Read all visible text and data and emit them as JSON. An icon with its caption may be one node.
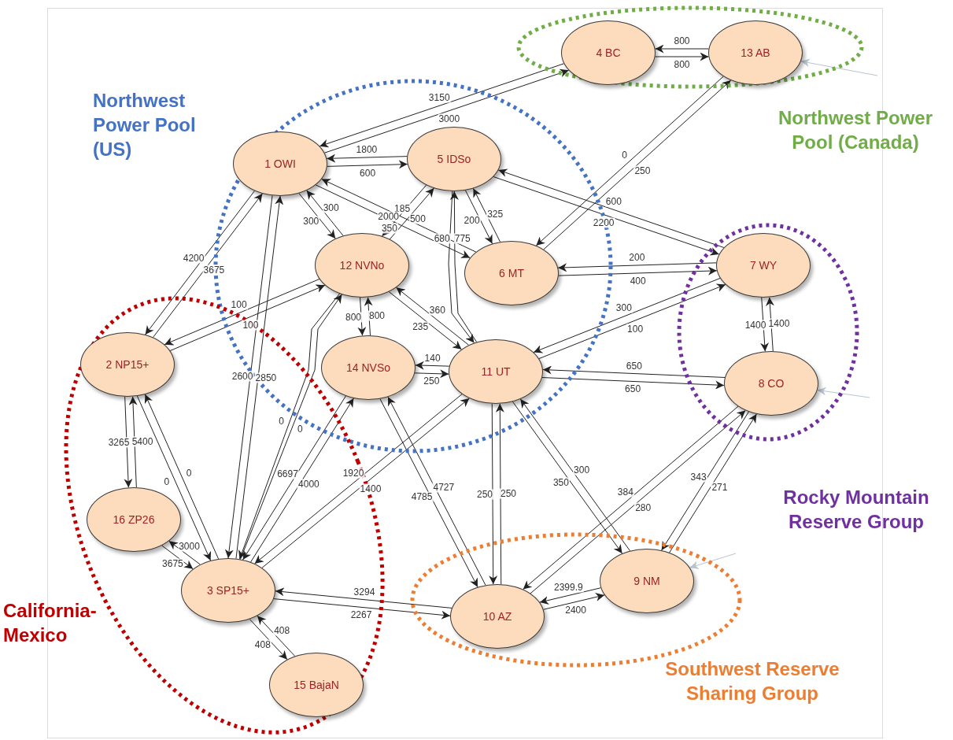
{
  "diagram": {
    "nodes": [
      {
        "text": [
          "Northwest Power Pool (US)"
        ]
      },
      {
        "text": [
          "Northwest Power Pool (Canada)"
        ]
      },
      {
        "text": [
          "California-Mexico"
        ]
      },
      {
        "text": [
          "Rocky Mountain Reserve Group"
        ]
      },
      {
        "text": [
          "Southwest Reserve Sharing Group"
        ]
      },
      {
        "text": [
          "1 OWI"
        ],
        "in": 0
      },
      {
        "text": [
          "2 NP15+"
        ],
        "in": 2
      },
      {
        "text": [
          "3 SP15+"
        ],
        "in": 2
      },
      {
        "text": [
          "4 BC"
        ],
        "in": 1
      },
      {
        "text": [
          "5 IDSo"
        ],
        "in": 0
      },
      {
        "text": [
          "6 MT"
        ],
        "in": 0
      },
      {
        "text": [
          "7 WY"
        ],
        "in": 3
      },
      {
        "text": [
          "8 CO"
        ],
        "in": 3
      },
      {
        "text": [
          "9 NM"
        ],
        "in": 4
      },
      {
        "text": [
          "10 AZ"
        ],
        "in": 4
      },
      {
        "text": [
          "11 UT"
        ],
        "in": 0
      },
      {
        "text": [
          "12 NVNo"
        ],
        "in": 0
      },
      {
        "text": [
          "13 AB"
        ],
        "in": 1
      },
      {
        "text": [
          "14 NVSo"
        ],
        "in": 0
      },
      {
        "text": [
          "15 BajaN"
        ],
        "in": 2
      },
      {
        "text": [
          "16 ZP26"
        ],
        "in": 2
      }
    ],
    "edges": [
      {
        "from": 8,
        "to": 17,
        "arrow": "to",
        "label": "800"
      },
      {
        "from": 17,
        "to": 8,
        "arrow": "to",
        "label": "800"
      },
      {
        "from": 5,
        "to": 8,
        "arrow": "to",
        "label": "3000"
      },
      {
        "from": 8,
        "to": 5,
        "arrow": "to",
        "label": "3150"
      },
      {
        "from": 5,
        "to": 9,
        "arrow": "to",
        "label": "600"
      },
      {
        "from": 9,
        "to": 5,
        "arrow": "to",
        "label": "1800"
      },
      {
        "from": 10,
        "to": 17,
        "arrow": "to",
        "label": "250"
      },
      {
        "from": 17,
        "to": 10,
        "arrow": "to",
        "label": "0"
      },
      {
        "from": 11,
        "to": 9,
        "arrow": "to",
        "label": "600"
      },
      {
        "from": 9,
        "to": 11,
        "arrow": "to",
        "label": "2200"
      },
      {
        "from": 10,
        "to": 11,
        "arrow": "to",
        "label": "400"
      },
      {
        "from": 11,
        "to": 10,
        "arrow": "to",
        "label": "200"
      },
      {
        "from": 15,
        "to": 11,
        "arrow": "to",
        "label": "100"
      },
      {
        "from": 11,
        "to": 15,
        "arrow": "to",
        "label": "300"
      },
      {
        "from": 15,
        "to": 12,
        "arrow": "to",
        "label": "650"
      },
      {
        "from": 12,
        "to": 15,
        "arrow": "to",
        "label": "650"
      },
      {
        "from": 11,
        "to": 12,
        "arrow": "to",
        "label": "1400"
      },
      {
        "from": 12,
        "to": 11,
        "arrow": "to",
        "label": "1400"
      },
      {
        "from": 9,
        "to": 10,
        "arrow": "to",
        "label": "200"
      },
      {
        "from": 10,
        "to": 9,
        "arrow": "to",
        "label": "325"
      },
      {
        "from": 9,
        "to": 15,
        "arrow": "to",
        "label": "680"
      },
      {
        "from": 15,
        "to": 9,
        "arrow": "to",
        "label": "775"
      },
      {
        "from": 5,
        "to": 10,
        "arrow": "to",
        "label": "350"
      },
      {
        "from": 10,
        "to": 5,
        "arrow": "to",
        "label": "185"
      },
      {
        "from": 16,
        "to": 9,
        "arrow": "to",
        "label": "500"
      },
      {
        "from": 9,
        "to": 16,
        "arrow": "to",
        "label": "2000"
      },
      {
        "from": 5,
        "to": 16,
        "arrow": "to",
        "label": "300"
      },
      {
        "from": 16,
        "to": 5,
        "arrow": "to",
        "label": "300"
      },
      {
        "from": 6,
        "to": 5,
        "arrow": "to",
        "label": "3675"
      },
      {
        "from": 5,
        "to": 6,
        "arrow": "to",
        "label": "4200"
      },
      {
        "from": 6,
        "to": 16,
        "arrow": "to",
        "label": "100"
      },
      {
        "from": 16,
        "to": 6,
        "arrow": "to",
        "label": "100"
      },
      {
        "from": 7,
        "to": 5,
        "arrow": "to",
        "label": "2850"
      },
      {
        "from": 5,
        "to": 7,
        "arrow": "to",
        "label": "2600"
      },
      {
        "from": 16,
        "to": 7,
        "arrow": "to",
        "label": "0"
      },
      {
        "from": 7,
        "to": 16,
        "arrow": "to",
        "label": "0"
      },
      {
        "from": 18,
        "to": 7,
        "arrow": "to",
        "label": "6697"
      },
      {
        "from": 7,
        "to": 18,
        "arrow": "to",
        "label": "4000"
      },
      {
        "from": 7,
        "to": 15,
        "arrow": "to",
        "label": "1400"
      },
      {
        "from": 15,
        "to": 7,
        "arrow": "to",
        "label": "1920"
      },
      {
        "from": 20,
        "to": 6,
        "arrow": "to",
        "label": "5400"
      },
      {
        "from": 6,
        "to": 20,
        "arrow": "to",
        "label": "3265"
      },
      {
        "from": 6,
        "to": 7,
        "arrow": "to",
        "label": "0"
      },
      {
        "from": 7,
        "to": 6,
        "arrow": "to",
        "label": "0"
      },
      {
        "from": 20,
        "to": 7,
        "arrow": "to",
        "label": "3675"
      },
      {
        "from": 7,
        "to": 20,
        "arrow": "to",
        "label": "3000"
      },
      {
        "from": 7,
        "to": 14,
        "arrow": "to",
        "label": "2267"
      },
      {
        "from": 14,
        "to": 7,
        "arrow": "to",
        "label": "3294"
      },
      {
        "from": 7,
        "to": 19,
        "arrow": "to",
        "label": "408"
      },
      {
        "from": 19,
        "to": 7,
        "arrow": "to",
        "label": "408"
      },
      {
        "from": 16,
        "to": 18,
        "arrow": "to",
        "label": "800"
      },
      {
        "from": 18,
        "to": 16,
        "arrow": "to",
        "label": "800"
      },
      {
        "from": 16,
        "to": 15,
        "arrow": "to",
        "label": "235"
      },
      {
        "from": 15,
        "to": 16,
        "arrow": "to",
        "label": "360"
      },
      {
        "from": 18,
        "to": 15,
        "arrow": "to",
        "label": "250"
      },
      {
        "from": 15,
        "to": 18,
        "arrow": "to",
        "label": "140"
      },
      {
        "from": 18,
        "to": 14,
        "arrow": "to",
        "label": "4785"
      },
      {
        "from": 14,
        "to": 18,
        "arrow": "to",
        "label": "4727"
      },
      {
        "from": 15,
        "to": 14,
        "arrow": "to",
        "label": "250"
      },
      {
        "from": 14,
        "to": 15,
        "arrow": "to",
        "label": "250"
      },
      {
        "from": 15,
        "to": 13,
        "arrow": "to",
        "label": "350"
      },
      {
        "from": 13,
        "to": 15,
        "arrow": "to",
        "label": "300"
      },
      {
        "from": 14,
        "to": 13,
        "arrow": "to",
        "label": "2400"
      },
      {
        "from": 13,
        "to": 14,
        "arrow": "to",
        "label": "2399.9"
      },
      {
        "from": 14,
        "to": 12,
        "arrow": "to",
        "label": "280"
      },
      {
        "from": 12,
        "to": 14,
        "arrow": "to",
        "label": "384"
      },
      {
        "from": 12,
        "to": 13,
        "arrow": "to",
        "label": "343"
      },
      {
        "from": 13,
        "to": 12,
        "arrow": "to",
        "label": "271"
      },
      {
        "from": null,
        "to": 17,
        "arrow": "to",
        "color": "#b8c4d0"
      },
      {
        "from": null,
        "to": 12,
        "arrow": "to",
        "color": "#b8c4d0"
      },
      {
        "from": null,
        "to": 13,
        "arrow": "to",
        "color": "#b8c4d0"
      }
    ]
  }
}
